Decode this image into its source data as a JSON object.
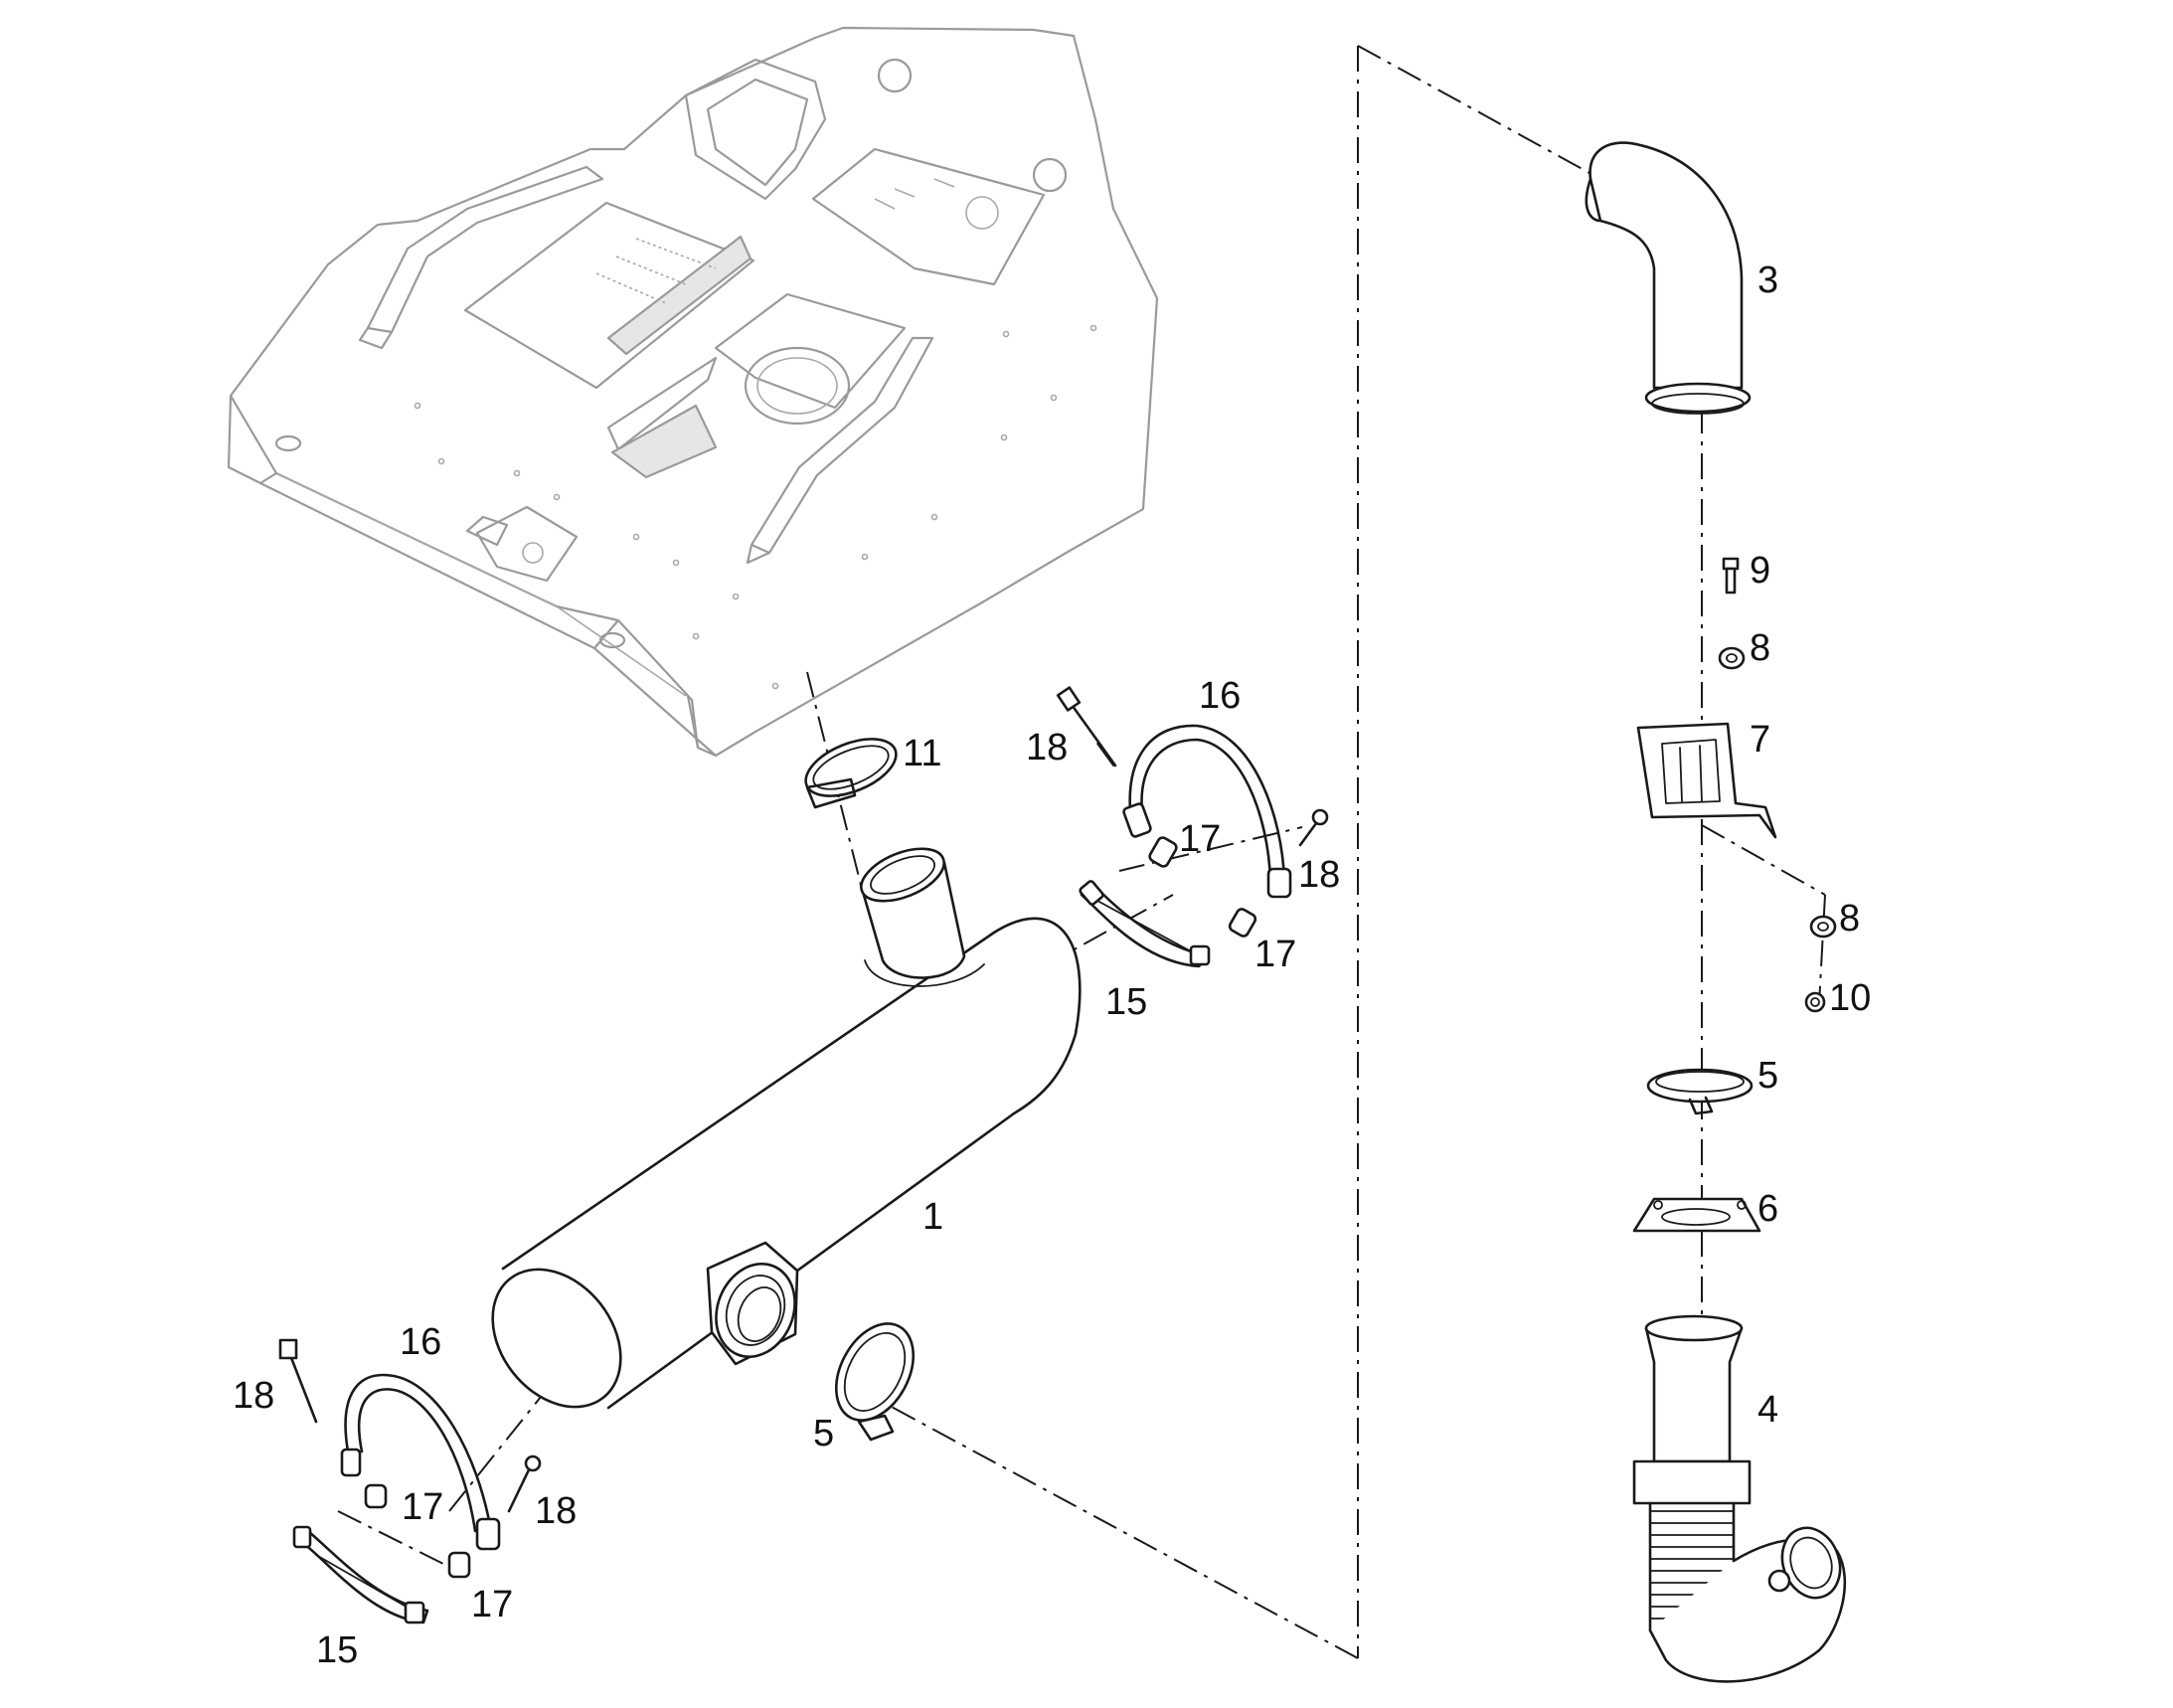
{
  "diagram": {
    "type": "exploded parts diagram",
    "callouts": [
      {
        "id": "c1",
        "label": "1"
      },
      {
        "id": "c3",
        "label": "3"
      },
      {
        "id": "c4",
        "label": "4"
      },
      {
        "id": "c5a",
        "label": "5"
      },
      {
        "id": "c5b",
        "label": "5"
      },
      {
        "id": "c6",
        "label": "6"
      },
      {
        "id": "c7",
        "label": "7"
      },
      {
        "id": "c8a",
        "label": "8"
      },
      {
        "id": "c8b",
        "label": "8"
      },
      {
        "id": "c9",
        "label": "9"
      },
      {
        "id": "c10",
        "label": "10"
      },
      {
        "id": "c11",
        "label": "11"
      },
      {
        "id": "c15a",
        "label": "15"
      },
      {
        "id": "c15b",
        "label": "15"
      },
      {
        "id": "c16a",
        "label": "16"
      },
      {
        "id": "c16b",
        "label": "16"
      },
      {
        "id": "c17a",
        "label": "17"
      },
      {
        "id": "c17b",
        "label": "17"
      },
      {
        "id": "c17c",
        "label": "17"
      },
      {
        "id": "c17d",
        "label": "17"
      },
      {
        "id": "c18a",
        "label": "18"
      },
      {
        "id": "c18b",
        "label": "18"
      },
      {
        "id": "c18c",
        "label": "18"
      },
      {
        "id": "c18d",
        "label": "18"
      }
    ],
    "colors": {
      "line": "#1a1a1a",
      "context": "#9a9a9a",
      "background": "#ffffff"
    }
  }
}
